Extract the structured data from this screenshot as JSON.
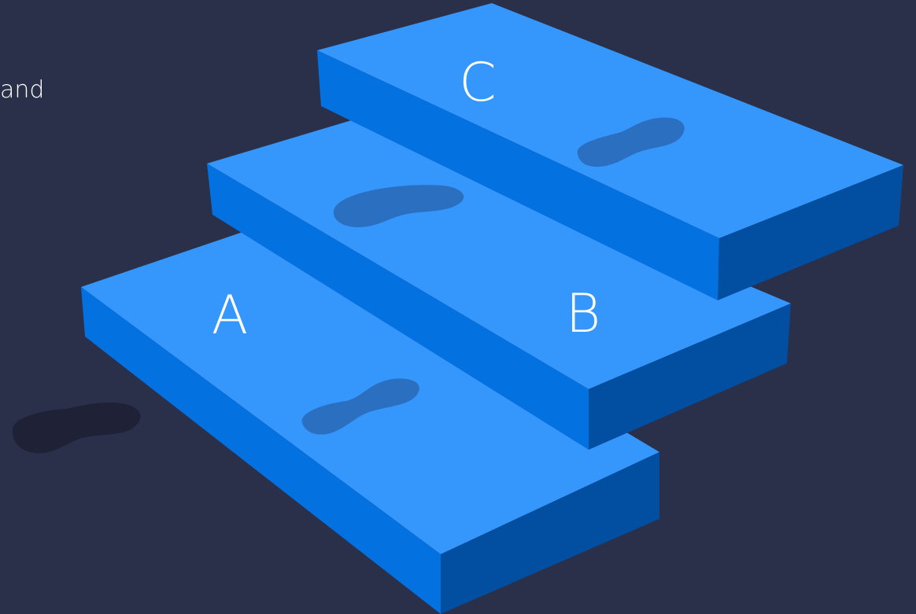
{
  "caption_fragment": "and",
  "steps": [
    {
      "label": "A"
    },
    {
      "label": "B"
    },
    {
      "label": "C"
    }
  ],
  "colors": {
    "background": "#2a3049",
    "step_top": "#3596fc",
    "step_front": "#0371e0",
    "step_side": "#024ea0",
    "footprint_on_step": "#2b70c0",
    "footprint_on_ground": "#1f2236",
    "label": "#ffffff"
  },
  "icons": [
    "footprint-icon"
  ]
}
